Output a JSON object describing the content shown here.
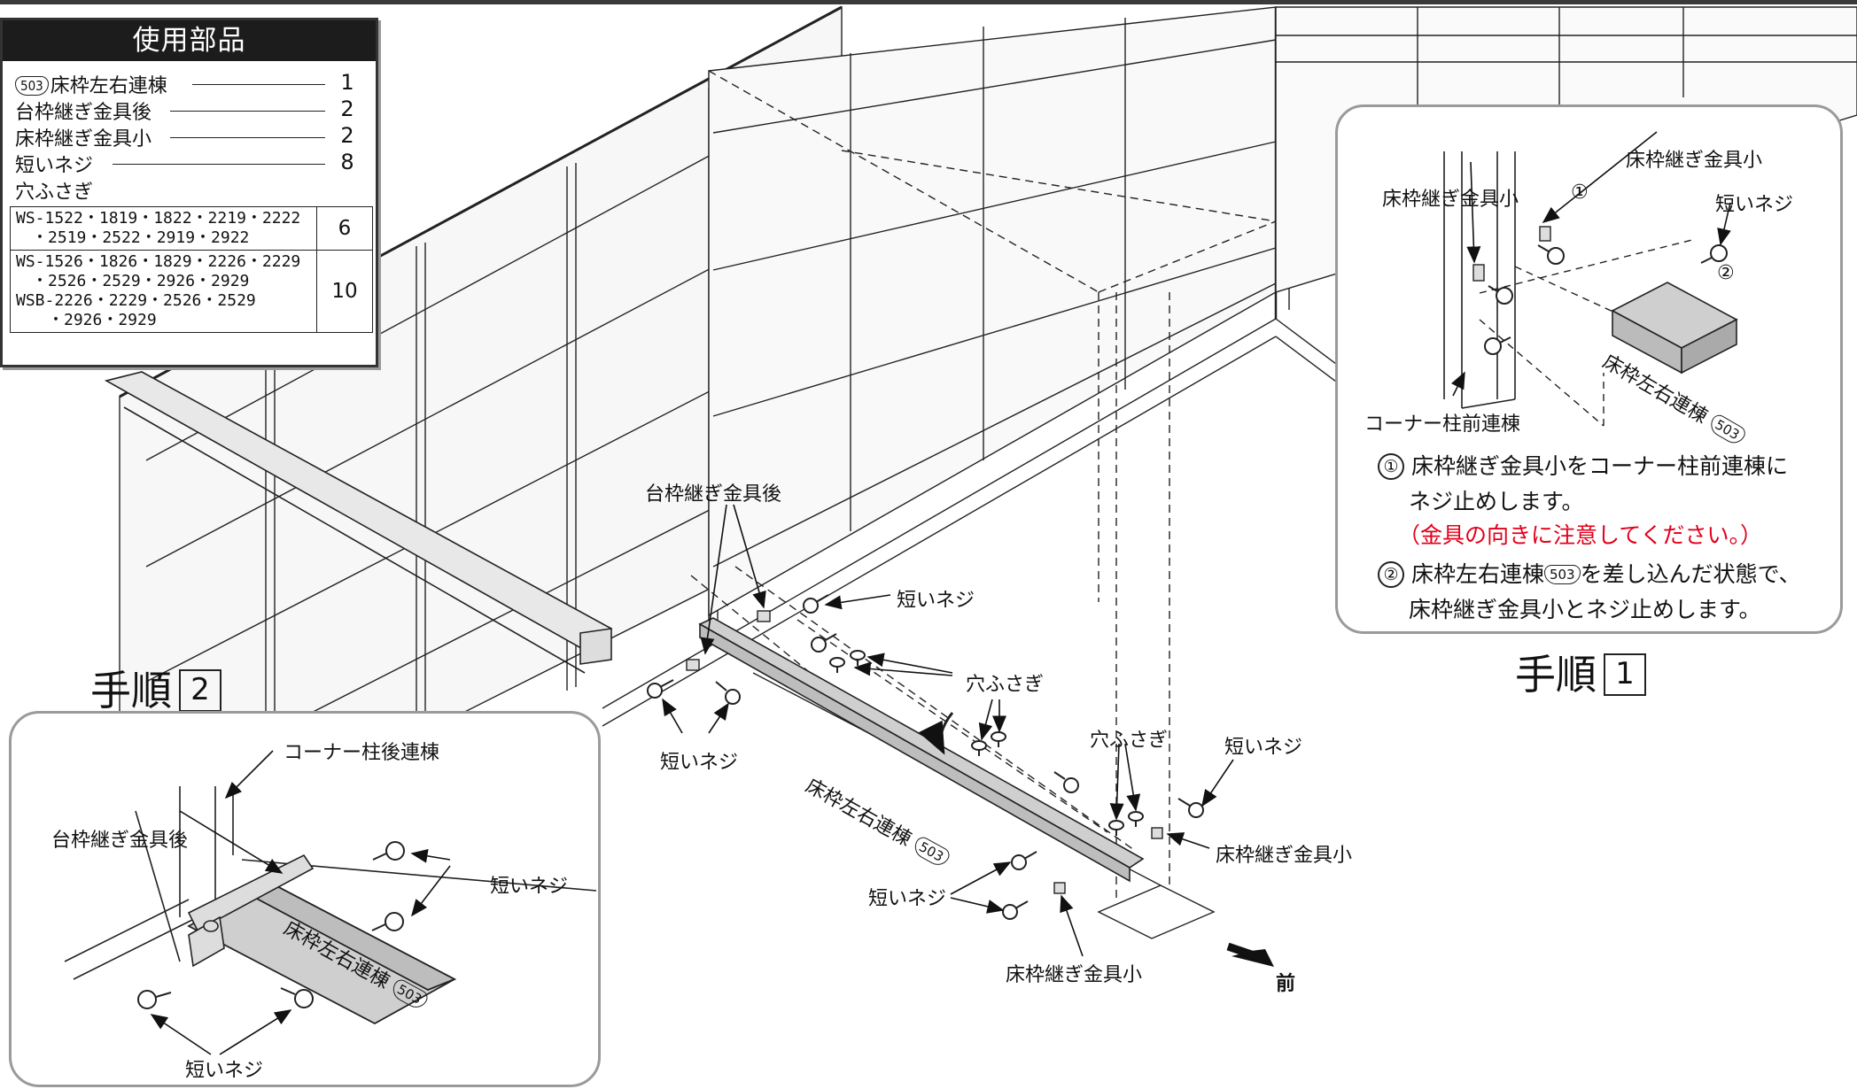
{
  "parts_table": {
    "title": "使用部品",
    "items": [
      {
        "badge": "503",
        "name": "床枠左右連棟",
        "qty": "1"
      },
      {
        "badge": "",
        "name": "台枠継ぎ金具後",
        "qty": "2"
      },
      {
        "badge": "",
        "name": "床枠継ぎ金具小",
        "qty": "2"
      },
      {
        "badge": "",
        "name": "短いネジ",
        "qty": "8"
      },
      {
        "badge": "",
        "name": "穴ふさぎ",
        "qty": ""
      }
    ],
    "models": [
      {
        "lines": [
          "WS-1522・1819・1822・2219・2222",
          "　・2519・2522・2919・2922"
        ],
        "qty": "6"
      },
      {
        "lines": [
          "WS-1526・1826・1829・2226・2229",
          "　・2526・2529・2926・2929",
          "WSB-2226・2229・2526・2529",
          "　　・2926・2929"
        ],
        "qty": "10"
      }
    ]
  },
  "step1": {
    "title": "手順",
    "number": "1",
    "labels": {
      "fitting_small_top": "床枠継ぎ金具小",
      "fitting_small_left": "床枠継ぎ金具小",
      "screw": "短いネジ",
      "corner_post_front": "コーナー柱前連棟",
      "frame_lr": "床枠左右連棟",
      "badge": "503",
      "marker1": "①",
      "marker2": "②"
    },
    "instructions": {
      "i1_num": "①",
      "i1_line1": "床枠継ぎ金具小をコーナー柱前連棟に",
      "i1_line2": "ネジ止めします。",
      "i1_note": "（金具の向きに注意してください。）",
      "i2_num": "②",
      "i2_pre": "床枠左右連棟",
      "i2_badge": "503",
      "i2_post": "を差し込んだ状態で、",
      "i2_line2": "床枠継ぎ金具小とネジ止めします。"
    }
  },
  "step2": {
    "title": "手順",
    "number": "2",
    "labels": {
      "corner_post_rear": "コーナー柱後連棟",
      "base_fitting_rear": "台枠継ぎ金具後",
      "screw_right": "短いネジ",
      "screw_bottom": "短いネジ",
      "frame_lr": "床枠左右連棟",
      "badge": "503"
    }
  },
  "main": {
    "labels": {
      "base_fitting_rear": "台枠継ぎ金具後",
      "screw_top": "短いネジ",
      "hole_cap_1": "穴ふさぎ",
      "screw_left": "短いネジ",
      "frame_lr": "床枠左右連棟",
      "frame_badge": "503",
      "hole_cap_2": "穴ふさぎ",
      "screw_right": "短いネジ",
      "fitting_small_right": "床枠継ぎ金具小",
      "screw_bottom": "短いネジ",
      "fitting_small_bottom": "床枠継ぎ金具小",
      "front": "前"
    }
  },
  "colors": {
    "accent_red": "#e2001a",
    "callout_border": "#9a9a9a",
    "frame_fill": "#cfcfcf"
  }
}
